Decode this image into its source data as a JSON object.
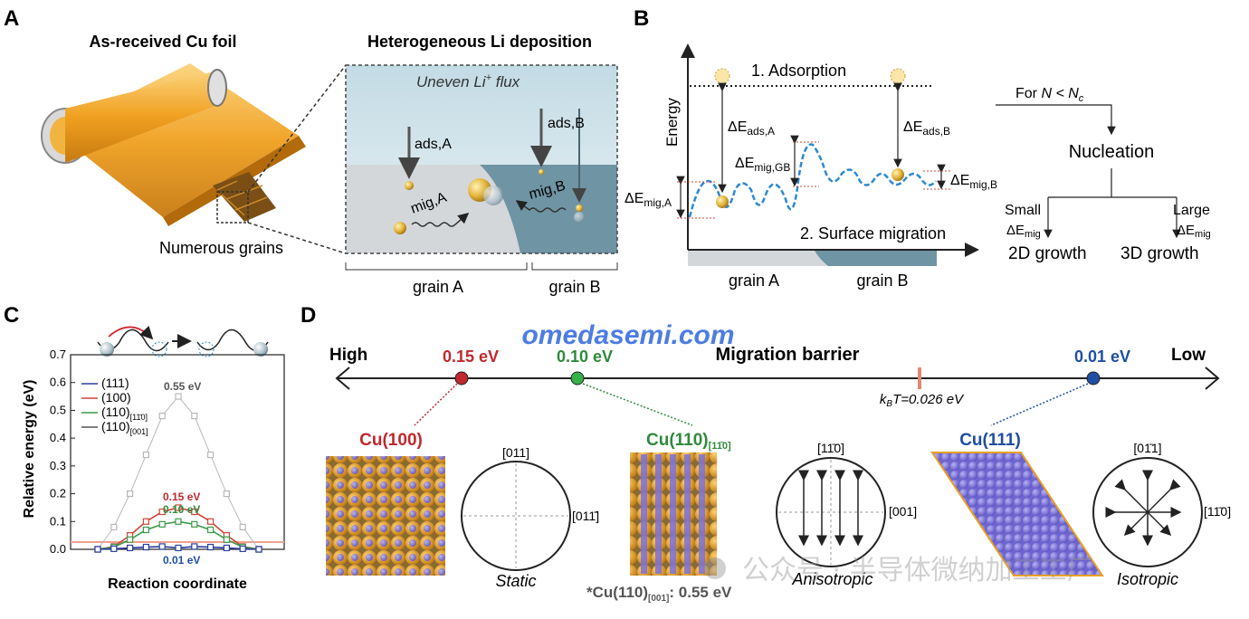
{
  "panels": {
    "a": "A",
    "b": "B",
    "c": "C",
    "d": "D"
  },
  "panel_a": {
    "title_left": "As-received Cu foil",
    "title_right": "Heterogeneous Li deposition",
    "flux_label": "Uneven Li",
    "flux_sup": "+",
    "flux_suffix": " flux",
    "ads_a": "ads,A",
    "ads_b": "ads,B",
    "mig_a": "mig,A",
    "mig_b": "mig,B",
    "grains_label": "Numerous grains",
    "grain_a": "grain A",
    "grain_b": "grain B",
    "colors": {
      "foil": "#f0a020",
      "sky": "#c6dde6",
      "grainA": "#d4d7da",
      "grainB": "#6f94a3"
    }
  },
  "panel_b": {
    "ylabel": "Energy",
    "adsorption": "1. Adsorption",
    "surface_migration": "2. Surface migration",
    "dE_ads_a": "ΔE",
    "dE_ads_a_sub": "ads,A",
    "dE_ads_b": "ΔE",
    "dE_ads_b_sub": "ads,B",
    "dE_mig_gb": "ΔE",
    "dE_mig_gb_sub": "mig,GB",
    "dE_mig_a": "ΔE",
    "dE_mig_a_sub": "mig,A",
    "dE_mig_b": "ΔE",
    "dE_mig_b_sub": "mig,B",
    "grain_a": "grain A",
    "grain_b": "grain B",
    "for_n": "For ",
    "for_n_var": "N < N",
    "for_n_sub": "c",
    "nucleation": "Nucleation",
    "small": "Small",
    "large": "Large",
    "small_dE": "ΔE",
    "small_dE_sub": "mig",
    "large_dE": "ΔE",
    "large_dE_sub": "mig",
    "growth_2d": "2D growth",
    "growth_3d": "3D growth"
  },
  "panel_c": {
    "legend": [
      "(111)",
      "(100)",
      "(110)",
      "(110)"
    ],
    "legend_subs": [
      "",
      "",
      "[11̄0]",
      "[001]"
    ],
    "ann_055": "0.55 eV",
    "ann_015": "0.15 eV",
    "ann_010": "0.10 eV",
    "ann_001": "0.01 eV",
    "chart_data": {
      "type": "line",
      "xlabel": "Reaction coordinate",
      "ylabel": "Relative energy (eV)",
      "ylim": [
        0,
        0.7
      ],
      "yticks": [
        "0.0",
        "0.1",
        "0.2",
        "0.3",
        "0.4",
        "0.5",
        "0.6",
        "0.7"
      ],
      "x": [
        0,
        1,
        2,
        3,
        4,
        5,
        6,
        7,
        8,
        9,
        10
      ],
      "reference_line": 0.026,
      "series": [
        {
          "name": "(111)",
          "color": "#2b3fa0",
          "values": [
            0,
            0.002,
            0.005,
            0.008,
            0.01,
            0.005,
            0.01,
            0.008,
            0.005,
            0.002,
            0
          ]
        },
        {
          "name": "(100)",
          "color": "#d0453a",
          "values": [
            0,
            0.01,
            0.05,
            0.1,
            0.135,
            0.15,
            0.135,
            0.1,
            0.05,
            0.01,
            0
          ]
        },
        {
          "name": "(110)[11̄0]",
          "color": "#3a9a4a",
          "values": [
            0,
            0.008,
            0.035,
            0.07,
            0.09,
            0.1,
            0.09,
            0.07,
            0.035,
            0.008,
            0
          ]
        },
        {
          "name": "(110)[001]",
          "color": "#b8b8b8",
          "values": [
            0,
            0.08,
            0.2,
            0.34,
            0.48,
            0.55,
            0.48,
            0.34,
            0.2,
            0.08,
            0
          ]
        }
      ]
    }
  },
  "panel_d": {
    "watermark": "omedasemi.com",
    "high": "High",
    "low": "Low",
    "barrier_title": "Migration barrier",
    "e015": "0.15 eV",
    "e010": "0.10 eV",
    "e001": "0.01 eV",
    "kbt": "k",
    "kbt_sub": "B",
    "kbt_rest": "T=0.026 eV",
    "cu100": "Cu(100)",
    "cu110": "Cu(110)",
    "cu110_sub": "[11̄0]",
    "cu111": "Cu(111)",
    "dir_011": "[011]",
    "dir_01m1": "[011̄]",
    "dir_1m10_a": "[11̄0]",
    "dir_001": "[001]",
    "dir_0m11": "[01̄1]",
    "dir_1m10_b": "[11̄0]",
    "static": "Static",
    "anisotropic": "Anisotropic",
    "isotropic": "Isotropic",
    "footnote": "*Cu(110)",
    "footnote_sub": "[001]",
    "footnote_rest": ": 0.55 eV",
    "wechat": "公众号 · 半导体微纳加工工厂",
    "colors": {
      "red": "#c0282d",
      "green": "#2f8a3c",
      "blue": "#1f4ea3",
      "cu": "#e8a020",
      "li": "#7a70d8"
    }
  }
}
